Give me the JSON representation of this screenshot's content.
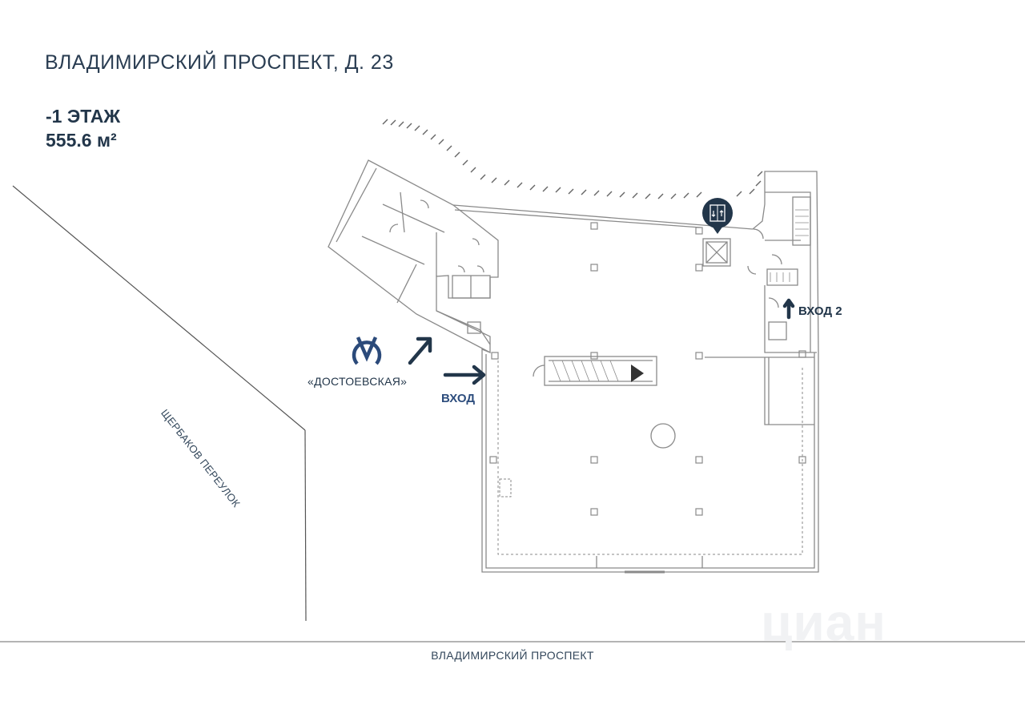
{
  "header": {
    "title": "ВЛАДИМИРСКИЙ ПРОСПЕКТ,  Д. 23",
    "floor": "-1 ЭТАЖ",
    "area": "555.6 м²"
  },
  "streets": {
    "bottom": "ВЛАДИМИРСКИЙ ПРОСПЕКТ",
    "side": "ЩЕРБАКОВ ПЕРЕУЛОК"
  },
  "metro": {
    "name": "«ДОСТОЕВСКАЯ»"
  },
  "entrances": {
    "main": "ВХОД",
    "second": "ВХОД 2"
  },
  "watermark": "циан",
  "colors": {
    "primary": "#22364a",
    "accent": "#2d4d7d",
    "metro": "#2b4a7a",
    "walls": "#8a8a8a"
  },
  "icons": {
    "metro": "metro-icon",
    "elevator": "elevator-icon",
    "arrows": "arrow-icon",
    "stairs": "stairs-triangle-icon"
  }
}
